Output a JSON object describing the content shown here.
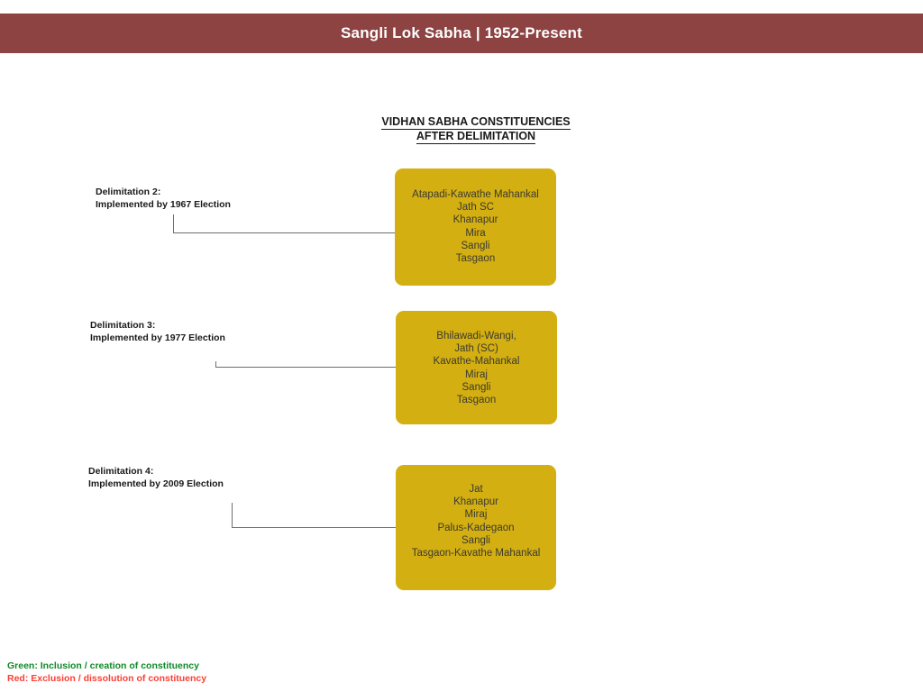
{
  "header": {
    "title": "Sangli Lok Sabha | 1952-Present",
    "band_color": "#8C4342",
    "title_color": "#FFFFFF"
  },
  "section": {
    "heading_line1": "VIDHAN SABHA CONSTITUENCIES",
    "heading_line2": "AFTER DELIMITATION"
  },
  "box_color": "#D4AF11",
  "rows": [
    {
      "label_line1": "Delimitation 2:",
      "label_line2": "Implemented by 1967 Election",
      "constituencies": [
        "Atapadi-Kawathe Mahankal",
        "Jath SC",
        "Khanapur",
        "Mira",
        "Sangli",
        "Tasgaon"
      ]
    },
    {
      "label_line1": "Delimitation 3:",
      "label_line2": "Implemented by 1977 Election",
      "constituencies": [
        "Bhilawadi-Wangi,",
        "Jath (SC)",
        "Kavathe-Mahankal",
        "Miraj",
        "Sangli",
        "Tasgaon"
      ]
    },
    {
      "label_line1": "Delimitation 4:",
      "label_line2": "Implemented by 2009 Election",
      "constituencies": [
        "Jat",
        "Khanapur",
        "Miraj",
        "Palus-Kadegaon",
        "Sangli",
        "Tasgaon-Kavathe Mahankal"
      ]
    }
  ],
  "legend": {
    "green_text": "Green: Inclusion / creation of constituency",
    "red_text": "Red: Exclusion / dissolution of constituency",
    "green_color": "#0F8A28",
    "red_color": "#FC3F34"
  }
}
